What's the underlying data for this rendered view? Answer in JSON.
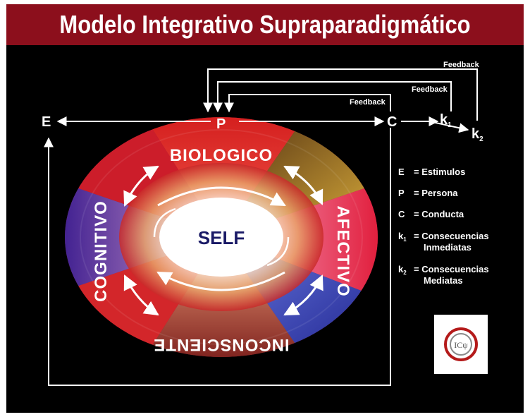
{
  "title": "Modelo Integrativo Supraparadigmático",
  "nodes": {
    "E": "E",
    "P": "P",
    "C": "C",
    "k1": "k",
    "k1_sub": "1",
    "k2": "k",
    "k2_sub": "2"
  },
  "feedback": {
    "outer": "Feedback",
    "middle": "Feedback",
    "inner": "Feedback"
  },
  "paradigms": {
    "top": "BIOLOGICO",
    "right": "AFECTIVO",
    "bottom": "INCONSCIENTE",
    "left": "COGNITIVO",
    "center": "SELF"
  },
  "legend": [
    {
      "key": "E",
      "sub": "",
      "line1": "= Estimulos",
      "line2": ""
    },
    {
      "key": "P",
      "sub": "",
      "line1": "= Persona",
      "line2": ""
    },
    {
      "key": "C",
      "sub": "",
      "line1": "= Conducta",
      "line2": ""
    },
    {
      "key": "k",
      "sub": "1",
      "line1": "= Consecuencias",
      "line2": "Inmediatas"
    },
    {
      "key": "k",
      "sub": "2",
      "line1": "= Consecuencias",
      "line2": "Mediatas"
    }
  ],
  "logo": {
    "text": "ICψ"
  }
}
